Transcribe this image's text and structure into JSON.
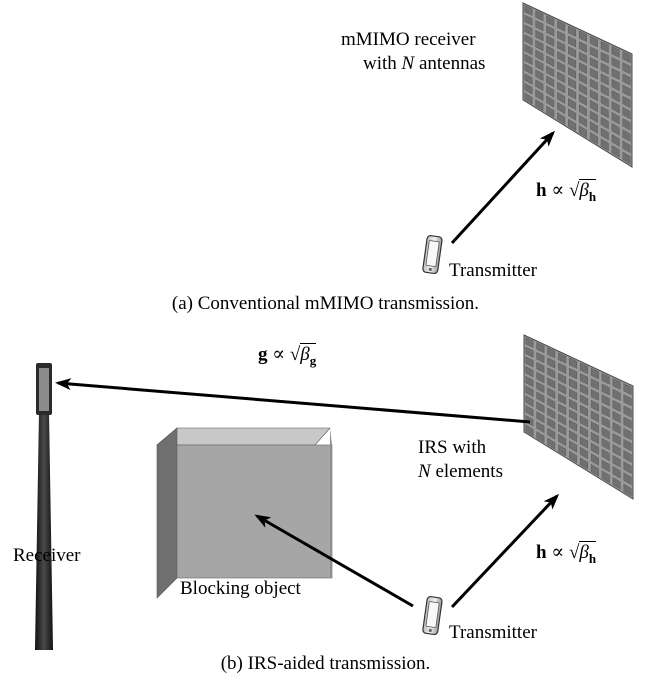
{
  "panel_a": {
    "receiver_label_line1": "mMIMO receiver",
    "receiver_label_line2_pre": "with ",
    "receiver_label_line2_var": "N",
    "receiver_label_line2_post": " antennas",
    "channel_h": {
      "symbol": "h",
      "relation": "∝",
      "beta": "β",
      "sub": "h"
    },
    "transmitter_label": "Transmitter",
    "caption": "(a) Conventional mMIMO transmission."
  },
  "panel_b": {
    "channel_g": {
      "symbol": "g",
      "relation": "∝",
      "beta": "β",
      "sub": "g"
    },
    "irs_label_line1": "IRS with",
    "irs_label_line2_var": "N",
    "irs_label_line2_post": " elements",
    "channel_h": {
      "symbol": "h",
      "relation": "∝",
      "beta": "β",
      "sub": "h"
    },
    "receiver_label": "Receiver",
    "blocking_label": "Blocking object",
    "transmitter_label": "Transmitter",
    "caption": "(b) IRS-aided transmission."
  },
  "colors": {
    "panel_face": "#9a9a9a",
    "panel_cell": "#707070",
    "panel_edge": "#4a4a4a",
    "box_front": "#a6a6a6",
    "box_top": "#c8c8c8",
    "box_side": "#7a7a7a",
    "tower_dark": "#2b2b2b",
    "tower_head": "#8c8c8c"
  }
}
